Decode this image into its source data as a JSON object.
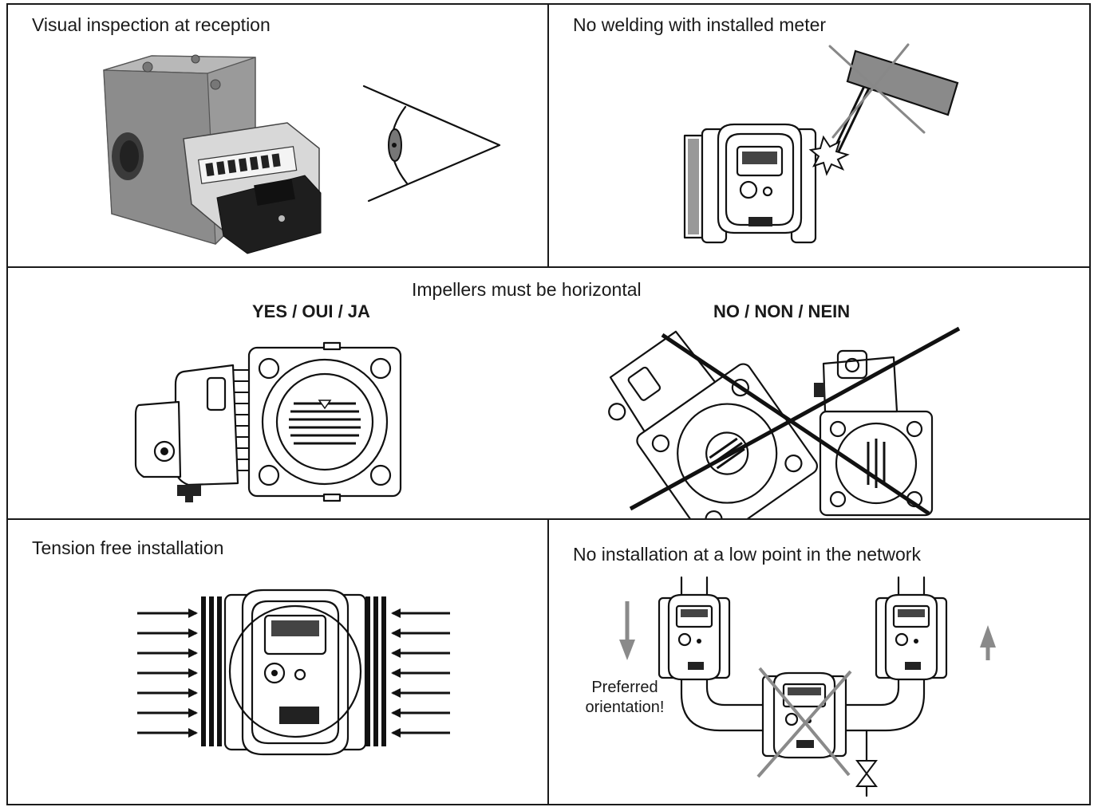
{
  "panels": {
    "visual_inspection": {
      "title": "Visual inspection at reception"
    },
    "no_welding": {
      "title": "No welding with installed meter"
    },
    "horizontal": {
      "title": "Impellers must be horizontal",
      "yes_label": "YES / OUI / JA",
      "no_label": "NO / NON / NEIN"
    },
    "tension_free": {
      "title": "Tension free installation"
    },
    "low_point": {
      "title": "No installation at a low point in the network",
      "preferred_line1": "Preferred",
      "preferred_line2": "orientation!"
    }
  },
  "colors": {
    "line": "#1a1a1a",
    "forbidden_cross": "#888888",
    "meter_body": "#8a8a8a"
  },
  "icons": [
    "eye-icon",
    "cross-out-icon",
    "arrow-down-icon",
    "arrow-up-icon",
    "valve-icon",
    "spark-icon"
  ]
}
